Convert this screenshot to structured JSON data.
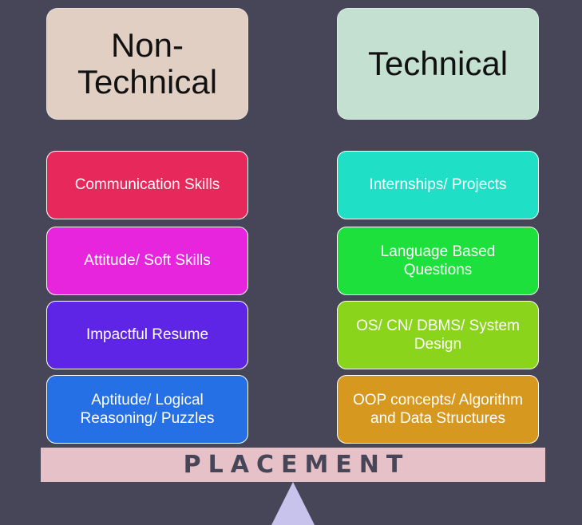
{
  "left_header": {
    "label": "Non-\nTechnical",
    "color": "#e0cfc2"
  },
  "right_header": {
    "label": "Technical",
    "color": "#c3e0d1"
  },
  "left_items": [
    {
      "label": "Communication Skills",
      "color": "#e6285a"
    },
    {
      "label": "Attitude/ Soft Skills",
      "color": "#e625dc"
    },
    {
      "label": "Impactful Resume",
      "color": "#5f25e6"
    },
    {
      "label": "Aptitude/ Logical Reasoning/ Puzzles",
      "color": "#2670e6"
    }
  ],
  "right_items": [
    {
      "label": "Internships/ Projects",
      "color": "#1fe0c6"
    },
    {
      "label": "Language Based Questions",
      "color": "#1de03c"
    },
    {
      "label": "OS/ CN/ DBMS/ System Design",
      "color": "#8ad41c"
    },
    {
      "label": "OOP concepts/ Algorithm and Data Structures",
      "color": "#d6981f"
    }
  ],
  "base": {
    "label": "PLACEMENT",
    "plank_color": "#e6c1c8",
    "fulcrum_color": "#c8c3ec"
  }
}
